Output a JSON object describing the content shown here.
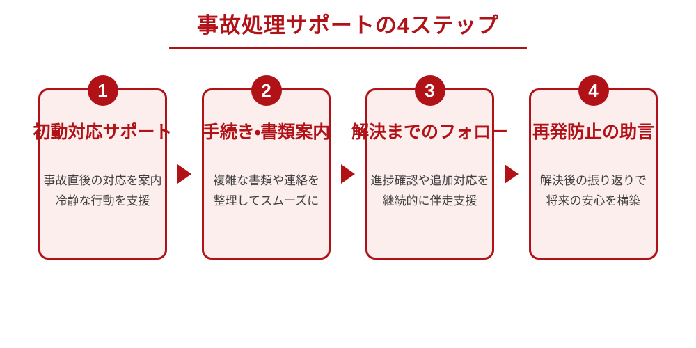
{
  "page": {
    "title": "事故処理サポートの4ステップ"
  },
  "colors": {
    "accent": "#b01218",
    "card_bg": "#fdeeee",
    "body_text": "#404040"
  },
  "icons": {
    "between_cards": "arrow-right-triangle"
  },
  "steps": [
    {
      "number": "1",
      "title": "初動対応サポート",
      "desc_line1": "事故直後の対応を案内",
      "desc_line2": "冷静な行動を支援"
    },
    {
      "number": "2",
      "title": "手続き・書類案内",
      "desc_line1": "複雑な書類や連絡を",
      "desc_line2": "整理してスムーズに"
    },
    {
      "number": "3",
      "title": "解決までのフォロー",
      "desc_line1": "進捗確認や追加対応を",
      "desc_line2": "継続的に伴走支援"
    },
    {
      "number": "4",
      "title": "再発防止の助言",
      "desc_line1": "解決後の振り返りで",
      "desc_line2": "将来の安心を構築"
    }
  ]
}
